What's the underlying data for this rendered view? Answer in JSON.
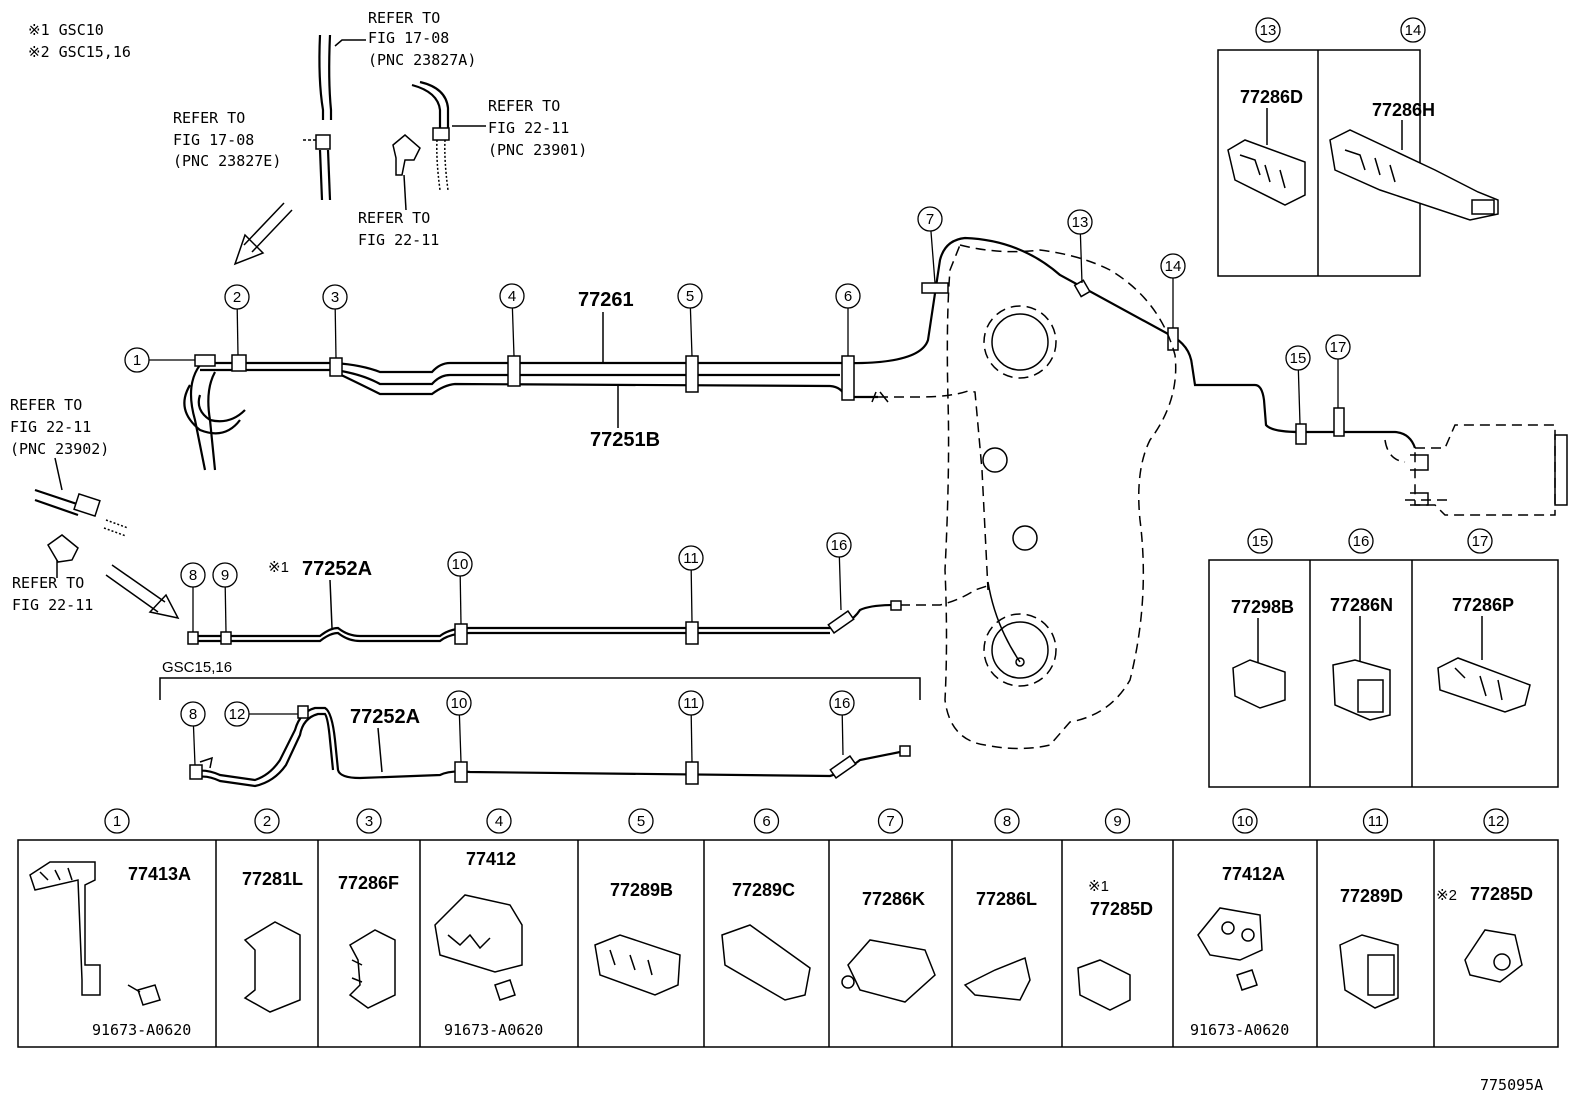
{
  "notes": {
    "n1": "※1 GSC10",
    "n2": "※2 GSC15,16"
  },
  "refer": {
    "r1": [
      "REFER TO",
      "FIG 17-08",
      "(PNC 23827A)"
    ],
    "r2": [
      "REFER TO",
      "FIG 17-08",
      "(PNC 23827E)"
    ],
    "r3": [
      "REFER TO",
      "FIG 22-11",
      "(PNC 23901)"
    ],
    "r4": [
      "REFER TO",
      "FIG 22-11"
    ],
    "r5": [
      "REFER TO",
      "FIG 22-11",
      "(PNC 23902)"
    ],
    "r6": [
      "REFER TO",
      "FIG 22-11"
    ]
  },
  "pipes": {
    "p77261": "77261",
    "p77251B": "77251B",
    "p77252A_1": "77252A",
    "p77252A_2": "77252A",
    "mark1": "※1"
  },
  "gsc_label": "GSC15,16",
  "callouts": [
    "1",
    "2",
    "3",
    "4",
    "5",
    "6",
    "7",
    "8",
    "9",
    "10",
    "11",
    "12",
    "13",
    "14",
    "15",
    "16",
    "17"
  ],
  "parts_bottom": [
    {
      "n": "1",
      "pn": "77413A",
      "bolt": "91673-A0620"
    },
    {
      "n": "2",
      "pn": "77281L"
    },
    {
      "n": "3",
      "pn": "77286F"
    },
    {
      "n": "4",
      "pn": "77412",
      "bolt": "91673-A0620"
    },
    {
      "n": "5",
      "pn": "77289B"
    },
    {
      "n": "6",
      "pn": "77289C"
    },
    {
      "n": "7",
      "pn": "77286K"
    },
    {
      "n": "8",
      "pn": "77286L"
    },
    {
      "n": "9",
      "pn": "77285D",
      "mark": "※1"
    },
    {
      "n": "10",
      "pn": "77412A",
      "bolt": "91673-A0620"
    },
    {
      "n": "11",
      "pn": "77289D"
    },
    {
      "n": "12",
      "pn": "77285D",
      "mark": "※2"
    }
  ],
  "parts_top_right": [
    {
      "n": "13",
      "pn": "77286D"
    },
    {
      "n": "14",
      "pn": "77286H"
    }
  ],
  "parts_mid_right": [
    {
      "n": "15",
      "pn": "77298B"
    },
    {
      "n": "16",
      "pn": "77286N"
    },
    {
      "n": "17",
      "pn": "77286P"
    }
  ],
  "figure_id": "775095A"
}
